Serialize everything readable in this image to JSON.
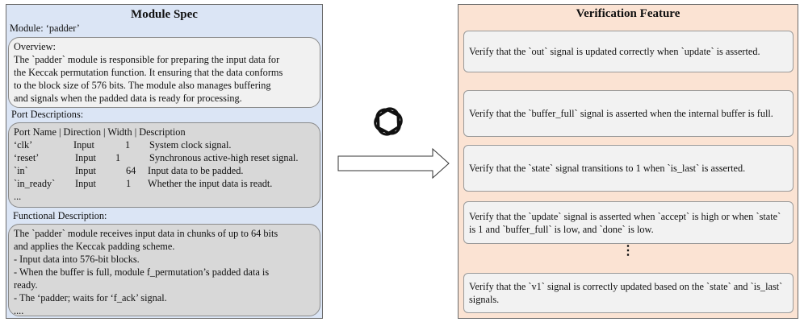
{
  "module_spec": {
    "title": "Module Spec",
    "module_line": "Module: ‘padder’",
    "overview_label": "Overview:",
    "overview_lines": [
      "The `padder` module is responsible for preparing the input data for",
      "the Keccak permutation function. It ensuring that the data conforms",
      "to the block size of 576 bits. The module also manages buffering",
      "and signals when the padded data is ready for processing."
    ],
    "port_label": "Port Descriptions:",
    "port_header": "Port Name | Direction | Width | Description",
    "ports": [
      {
        "name": "‘clk’",
        "direction": "Input",
        "width": "1",
        "description": "System clock signal."
      },
      {
        "name": "‘reset’",
        "direction": "Input",
        "width": "1",
        "description": "Synchronous active-high reset signal."
      },
      {
        "name": "`in`",
        "direction": "Input",
        "width": "64",
        "description": "Input data to be padded."
      },
      {
        "name": "`in_ready`",
        "direction": "Input",
        "width": "1",
        "description": "Whether the input data is readt."
      }
    ],
    "port_ellipsis": "...",
    "functional_label": "Functional Description:",
    "functional_lines": [
      "The `padder` module receives input data in chunks of up to 64 bits",
      "and applies the Keccak padding scheme.",
      "- Input data into 576-bit blocks.",
      "- When the buffer is full, module f_permutation’s padded data is",
      "ready.",
      "- The ‘padder; waits for ‘f_ack’ signal.",
      "...."
    ]
  },
  "verification": {
    "title": "Verification Feature",
    "features": [
      "Verify that the `out` signal is updated correctly when `update` is asserted.",
      "Verify that the `buffer_full` signal is asserted when the internal buffer is full.",
      "Verify that the `state` signal transitions to 1 when `is_last` is asserted.",
      "Verify that the `update` signal is asserted when `accept` is high or when `state` is 1 and `buffer_full` is low, and `done` is low.",
      "Verify that the `v1` signal is correctly updated based on the `state` and `is_last` signals."
    ],
    "ellipsis": "⋮"
  },
  "icons": {
    "logo": "openai-logo-icon",
    "arrow": "right-arrow-icon"
  }
}
